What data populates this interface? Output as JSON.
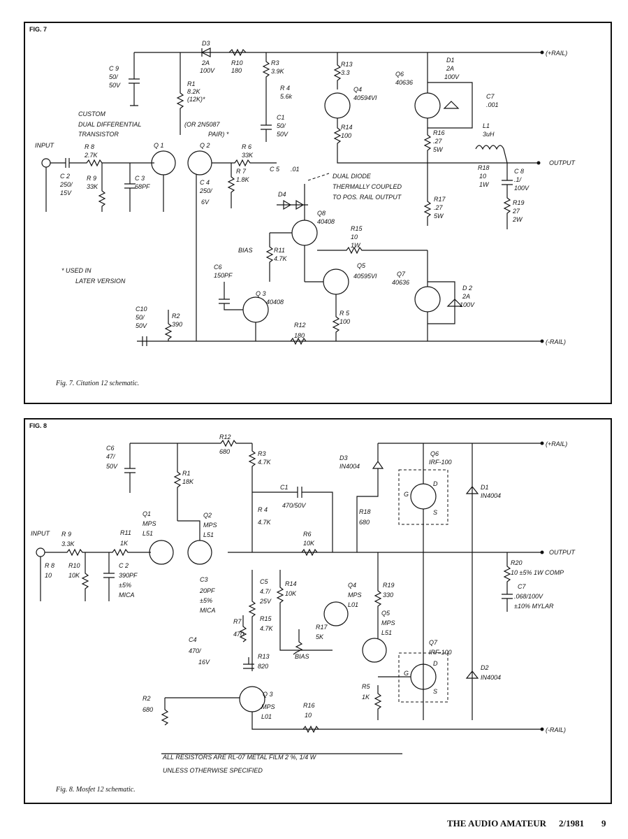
{
  "fig7": {
    "label": "FIG. 7",
    "caption": "Fig. 7. Citation 12 schematic.",
    "input": "INPUT",
    "output": "OUTPUT",
    "pos_rail": "(+RAIL)",
    "neg_rail": "(-RAIL)",
    "note_star": "* USED IN",
    "note_star2": "LATER VERSION",
    "custom1": "CUSTOM",
    "custom2": "DUAL DIFFERENTIAL",
    "custom3": "TRANSISTOR",
    "or_pair": "(OR 2N5087",
    "or_pair2": "PAIR) *",
    "dual_diode1": "DUAL DIODE",
    "dual_diode2": "THERMALLY COUPLED",
    "dual_diode3": "TO POS. RAIL OUTPUT",
    "bias": "BIAS",
    "parts": {
      "c9": "C 9",
      "c9v": "50/",
      "c9v2": "50V",
      "d3": "D3",
      "d3v": "2A",
      "d3v2": "100V",
      "r10": "R10",
      "r10v": "180",
      "r1": "R1",
      "r1v": "8.2K",
      "r1v2": "(12K)*",
      "r3": "R3",
      "r3v": "3.9K",
      "r4": "R 4",
      "r4v": "5.6k",
      "c1": "C1",
      "c1v": "50/",
      "c1v2": "50V",
      "r13": "R13",
      "r13v": "3.3",
      "q4": "Q4",
      "q4v": "40594VI",
      "r14": "R14",
      "r14v": "100",
      "q6": "Q6",
      "q6v": "40636",
      "d1": "D1",
      "d1v": "2A",
      "d1v2": "100V",
      "c7": "C7",
      "c7v": ".001",
      "r16": "R16",
      "r16v": ".27",
      "r16v2": "5W",
      "l1": "L1",
      "l1v": "3uH",
      "r18": "R18",
      "r18v": "10",
      "r18v2": "1W",
      "c8": "C 8",
      "c8v": ".1/",
      "c8v2": "100V",
      "r19": "R19",
      "r19v": "27",
      "r19v2": "2W",
      "r17": "R17",
      "r17v": ".27",
      "r17v2": "5W",
      "r8": "R 8",
      "r8v": "2.7K",
      "c2": "C 2",
      "c2v": "250/",
      "c2v2": "15V",
      "r9": "R 9",
      "r9v": "33K",
      "c3": "C 3",
      "c3v": "68PF",
      "q1": "Q 1",
      "q2": "Q 2",
      "c4": "C 4",
      "c4v": "250/",
      "c4v2": "6V",
      "r6": "R 6",
      "r6v": "33K",
      "r7": "R 7",
      "r7v": "1.8K",
      "c5": "C 5",
      "c5v": ".01",
      "d4": "D4",
      "q8": "Q8",
      "q8v": "40408",
      "r15": "R15",
      "r15v": "10",
      "r15v2": "1W",
      "r11": "R11",
      "r11v": "4.7K",
      "q5": "Q5",
      "q5v": "40595VI",
      "q7": "Q7",
      "q7v": "40636",
      "d2": "D 2",
      "d2v": "2A",
      "d2v2": "100V",
      "c6": "C6",
      "c6v": "150PF",
      "q3": "Q 3",
      "q3v": "40408",
      "c10": "C10",
      "c10v": "50/",
      "c10v2": "50V",
      "r2": "R2",
      "r2v": "390",
      "r12": "R12",
      "r12v": "180",
      "r5": "R 5",
      "r5v": "100"
    }
  },
  "fig8": {
    "label": "FIG. 8",
    "caption": "Fig. 8. Mosfet 12 schematic.",
    "input": "INPUT",
    "output": "OUTPUT",
    "pos_rail": "(+RAIL)",
    "neg_rail": "(-RAIL)",
    "bias": "BIAS",
    "note1": "ALL RESISTORS ARE RL-07 METAL FILM 2 %, 1/4 W",
    "note2": "UNLESS OTHERWISE SPECIFIED",
    "parts": {
      "c6": "C6",
      "c6v": "47/",
      "c6v2": "50V",
      "r12": "R12",
      "r12v": "680",
      "r3": "R3",
      "r3v": "4.7K",
      "d3": "D3",
      "d3v": "IN4004",
      "q6": "Q6",
      "q6v": "IRF-100",
      "r1": "R1",
      "r1v": "18K",
      "c1": "C1",
      "c1v": "470/50V",
      "g": "G",
      "dd": "D",
      "ss": "S",
      "d1": "D1",
      "d1v": "IN4004",
      "r4": "R 4",
      "r4v": "4.7K",
      "r18": "R18",
      "r18v": "680",
      "q1": "Q1",
      "q1v": "MPS",
      "q1v2": "L51",
      "q2": "Q2",
      "q2v": "MPS",
      "q2v2": "L51",
      "r9": "R 9",
      "r9v": "3.3K",
      "r11": "R11",
      "r11v": "1K",
      "r6": "R6",
      "r6v": "10K",
      "r8": "R 8",
      "r8v": "10",
      "r10": "R10",
      "r10v": "10K",
      "c2": "C 2",
      "c2v": "390PF",
      "c2v2": "±5%",
      "c2v3": "MICA",
      "r20": "R20",
      "r20v": "10 ±5% 1W COMP",
      "c7": "C7",
      "c7v": ".068/100V",
      "c7v2": "±10% MYLAR",
      "c3": "C3",
      "c3v": "20PF",
      "c3v2": "±5%",
      "c3v3": "MICA",
      "c5": "C5",
      "c5v": "4.7/",
      "c5v2": "25V",
      "r14": "R14",
      "r14v": "10K",
      "q4": "Q4",
      "q4v": "MPS",
      "q4v2": "L01",
      "r19": "R19",
      "r19v": "330",
      "q5": "Q5",
      "q5v": "MPS",
      "q5v2": "L51",
      "r7": "R7",
      "r7v": "470",
      "r15": "R15",
      "r15v": "4.7K",
      "r17": "R17",
      "r17v": "5K",
      "q7": "Q7",
      "q7v": "IRF-100",
      "c4": "C4",
      "c4v": "470/",
      "c4v2": "16V",
      "r13": "R13",
      "r13v": "820",
      "d2": "D2",
      "d2v": "IN4004",
      "r5": "R5",
      "r5v": "1K",
      "r2": "R2",
      "r2v": "680",
      "q3": "Q 3",
      "q3v": "MPS",
      "q3v2": "L01",
      "r16": "R16",
      "r16v": "10"
    }
  },
  "footer": {
    "magazine": "THE AUDIO AMATEUR",
    "issue": "2/1981",
    "page": "9"
  }
}
